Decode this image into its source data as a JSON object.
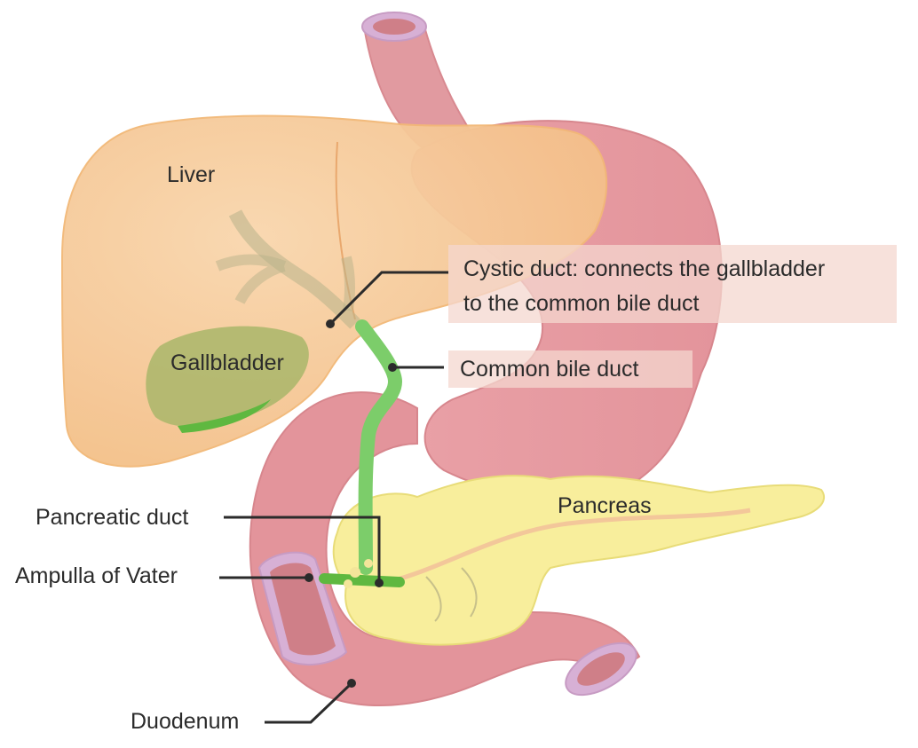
{
  "labels": {
    "liver": "Liver",
    "gallbladder": "Gallbladder",
    "cystic_duct_line1": "Cystic duct: connects the gallbladder",
    "cystic_duct_line2": "to the common bile duct",
    "common_bile_duct": "Common bile duct",
    "pancreas": "Pancreas",
    "pancreatic_duct": "Pancreatic duct",
    "ampulla": "Ampulla of Vater",
    "duodenum": "Duodenum"
  },
  "colors": {
    "liver": "#f5c58f",
    "liver_outline": "#f2b877",
    "stomach": "#e39aa0",
    "stomach_dark": "#d97f86",
    "pancreas": "#f8ee9c",
    "pancreas_outline": "#e8dc78",
    "bile_duct": "#7ccd6a",
    "gallbladder": "#6fbf4c",
    "duodenum_inner": "#c9a0c8",
    "label_bg": "#f4d7cf"
  }
}
